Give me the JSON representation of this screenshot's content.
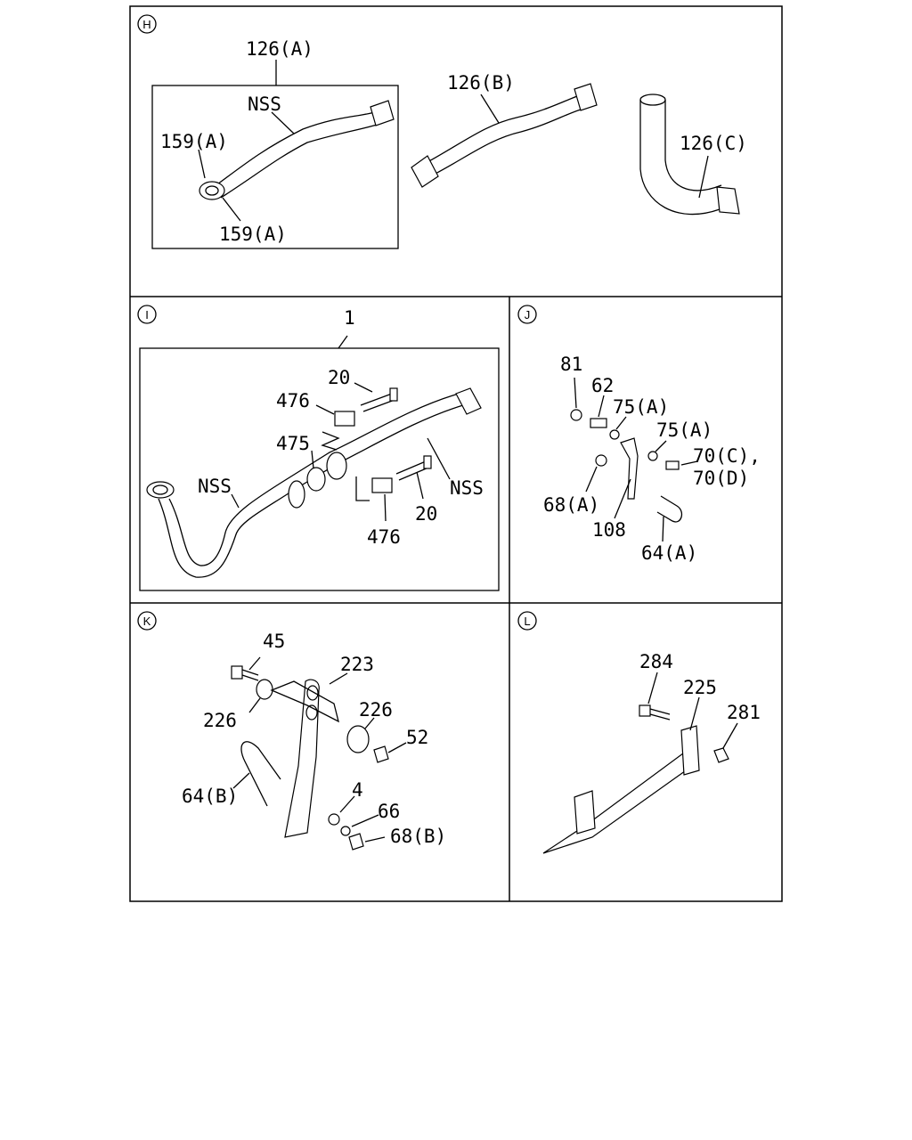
{
  "sections": [
    {
      "id": "H",
      "mark": "H"
    },
    {
      "id": "I",
      "mark": "I"
    },
    {
      "id": "J",
      "mark": "J"
    },
    {
      "id": "K",
      "mark": "K"
    },
    {
      "id": "L",
      "mark": "L"
    }
  ],
  "callouts": {
    "H": [
      "126(A)",
      "NSS",
      "159(A)",
      "159(A)",
      "126(B)",
      "126(C)"
    ],
    "I": [
      "1",
      "20",
      "476",
      "475",
      "NSS",
      "NSS",
      "20",
      "476"
    ],
    "J": [
      "81",
      "62",
      "75(A)",
      "75(A)",
      "70(C),",
      "70(D)",
      "68(A)",
      "108",
      "64(A)"
    ],
    "K": [
      "45",
      "223",
      "226",
      "226",
      "52",
      "64(B)",
      "4",
      "66",
      "68(B)"
    ],
    "L": [
      "284",
      "225",
      "281"
    ]
  }
}
